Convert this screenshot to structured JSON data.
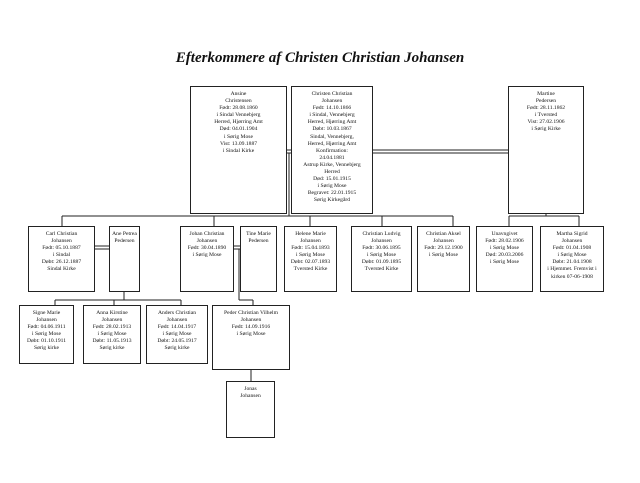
{
  "title": "Efterkommere af Christen Christian Johansen",
  "persons": {
    "ansine": [
      "Ansine",
      "Christensen",
      "Født: 28.08.1860",
      "i Sindal Vennebjerg",
      "Herred, Hjørring Amt",
      "Død: 04.01.1904",
      "i Sørig Mose",
      "Vist: 13.09.1887",
      "i Sindal Kirke"
    ],
    "christen": [
      "Christen Christian",
      "Johansen",
      "Født: 14.10.1866",
      "i Sindal, Vennebjerg",
      "Herred, Hjørring Amt",
      "Døbt: 10.03.1867",
      "Sindal, Vennebjerg,",
      "Herred, Hjørring Amt",
      "Konfirmation:",
      "24.04.1881",
      "Astrup Kirke, Vennebjerg",
      "Herred",
      "Død: 15.01.1915",
      "i Sørig Mose",
      "Begravet: 22.01.1915",
      "Sørig Kirkegård"
    ],
    "martine": [
      "Martine",
      "Pedersen",
      "Født: 28.11.1862",
      "i Tversted",
      "Vist: 27.02.1906",
      "i Sørig Kirke"
    ],
    "carl": [
      "Carl Christian",
      "Johansen",
      "Født: 05.10.1887",
      "i Sindal",
      "Døbt: 26.12.1887",
      "Sindal Kirke"
    ],
    "ane": [
      "Ane Petrea",
      "Pedersen"
    ],
    "johan": [
      "Johan Christian",
      "Johansen",
      "Født: 30.04.1890",
      "i Sørig Mose"
    ],
    "tine": [
      "Tine Marie",
      "Pedersen"
    ],
    "helene": [
      "Helene Marie",
      "Johansen",
      "Født: 15.04.1893",
      "i Sørig Mose",
      "Døbt: 02.07.1893",
      "Tversted Kirke"
    ],
    "ludvig": [
      "Christian Ludvig",
      "Johansen",
      "Født: 30.06.1895",
      "i Sørig Mose",
      "Døbt: 01.09.1895",
      "Tversted Kirke"
    ],
    "aksel": [
      "Christian Aksel",
      "Johansen",
      "Født: 29.12.1900",
      "i Sørig Mose"
    ],
    "unavngivet": [
      "Unavngivet",
      "Født: 28.02.1906",
      "i Sørig Mose",
      "Død: 20.03.2006",
      "i Sørig Mose"
    ],
    "martha": [
      "Martha Sigrid",
      "Johansen",
      "Født: 01.04.1908",
      "i Sørig Mose",
      "Døbt: 21.04.1908",
      "i Hjemmet. Fremvist i",
      "kirken 07-06-1908"
    ],
    "signe": [
      "Signe Marie",
      "Johansen",
      "Født: 04.06.1911",
      "i Sørig Mose",
      "Døbt: 01.10.1911",
      "Sørig kirke"
    ],
    "anna": [
      "Anna Kirstine",
      "Johansen",
      "Født: 28.02.1913",
      "i Sørig Mose",
      "Døbt: 11.05.1913",
      "Sørig kirke"
    ],
    "anders": [
      "Anders Christian",
      "Johansen",
      "Født: 14.04.1917",
      "i Sørig Mose",
      "Døbt: 24.05.1917",
      "Sørig kirke"
    ],
    "peder": [
      "Peder Christian Vilhelm",
      "Johansen",
      "Født: 14.09.1916",
      "i Sørig Mose"
    ],
    "jonas": [
      "Jonas",
      "Johansen"
    ]
  }
}
